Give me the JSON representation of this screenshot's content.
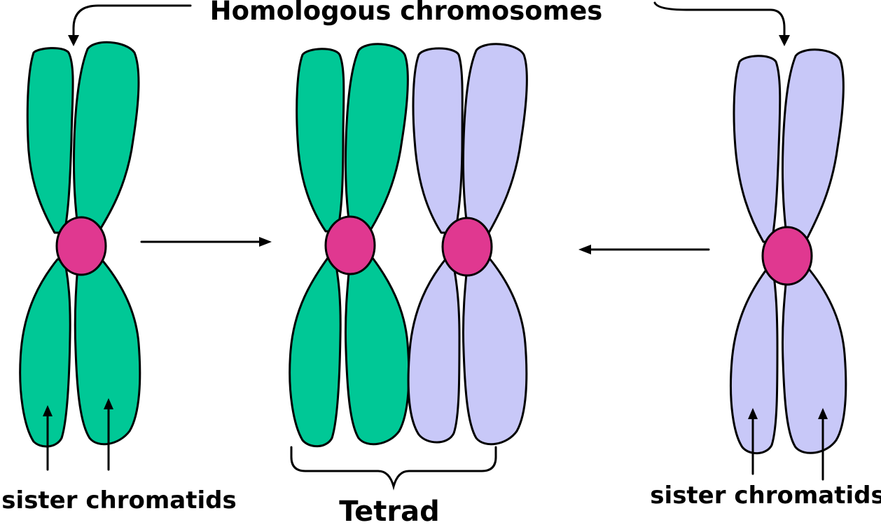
{
  "labels": {
    "homologous": "Homologous chromosomes",
    "sister_left": "sister chromatids",
    "tetrad": "Tetrad",
    "sister_right": "sister chromatids"
  },
  "colors": {
    "green_chromatid": "#00C896",
    "lavender_chromatid": "#C8C8F8",
    "centromere": "#E03890",
    "outline": "#000000"
  }
}
